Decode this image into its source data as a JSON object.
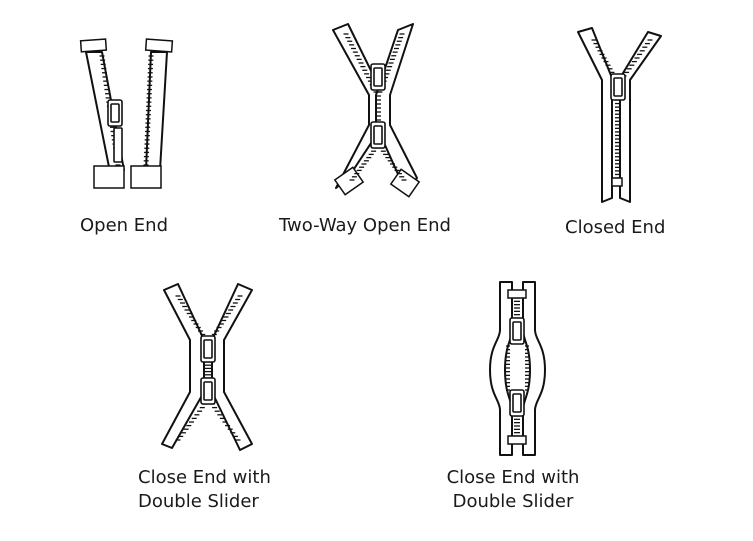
{
  "diagram": {
    "items": [
      {
        "id": "open-end",
        "label_lines": [
          "Open End"
        ]
      },
      {
        "id": "two-way-open-end",
        "label_lines": [
          "Two-Way Open End"
        ]
      },
      {
        "id": "closed-end",
        "label_lines": [
          "Closed End"
        ]
      },
      {
        "id": "close-end-double-slider-x",
        "label_lines": [
          "Close End with",
          "Double Slider"
        ]
      },
      {
        "id": "close-end-double-slider-o",
        "label_lines": [
          "Close End with",
          "Double Slider"
        ]
      }
    ]
  }
}
